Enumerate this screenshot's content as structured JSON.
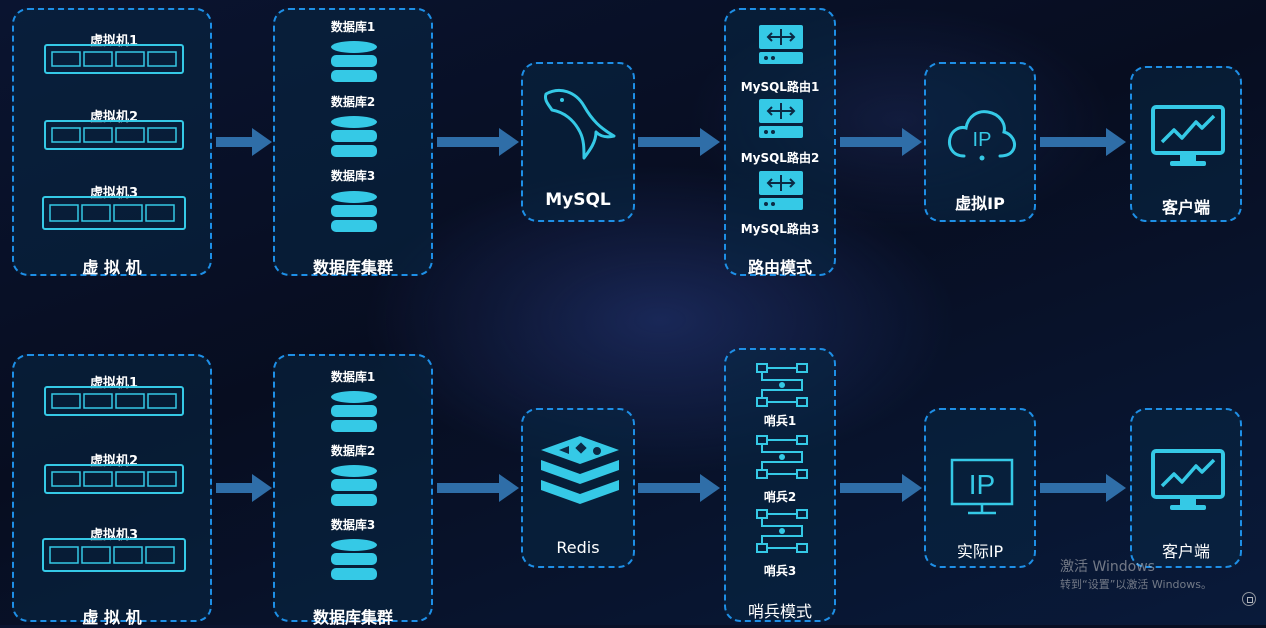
{
  "rows": [
    {
      "vm": {
        "title": "虚 拟 机",
        "items": [
          "虚拟机1",
          "虚拟机2",
          "虚拟机3"
        ]
      },
      "db": {
        "title": "数据库集群",
        "items": [
          "数据库1",
          "数据库2",
          "数据库3"
        ]
      },
      "engine": {
        "label": "MySQL",
        "icon": "mysql-dolphin-icon"
      },
      "mode": {
        "title": "路由模式",
        "items": [
          "MySQL路由1",
          "MySQL路由2",
          "MySQL路由3"
        ]
      },
      "ip": {
        "label": "虚拟IP",
        "icon": "cloud-ip-icon"
      },
      "client": {
        "label": "客户端",
        "icon": "monitor-chart-icon"
      }
    },
    {
      "vm": {
        "title": "虚 拟 机",
        "items": [
          "虚拟机1",
          "虚拟机2",
          "虚拟机3"
        ]
      },
      "db": {
        "title": "数据库集群",
        "items": [
          "数据库1",
          "数据库2",
          "数据库3"
        ]
      },
      "engine": {
        "label": "Redis",
        "icon": "redis-stack-icon"
      },
      "mode": {
        "title": "哨兵模式",
        "items": [
          "哨兵1",
          "哨兵2",
          "哨兵3"
        ]
      },
      "ip": {
        "label": "实际IP",
        "icon": "ip-monitor-icon"
      },
      "client": {
        "label": "客户端",
        "icon": "monitor-chart-icon"
      }
    }
  ],
  "colors": {
    "accent": "#1e8fe6",
    "icon": "#35c9e6",
    "arrow": "#2f6ea8"
  },
  "watermark": {
    "line1": "激活 Windows",
    "line2": "转到“设置”以激活 Windows。"
  }
}
